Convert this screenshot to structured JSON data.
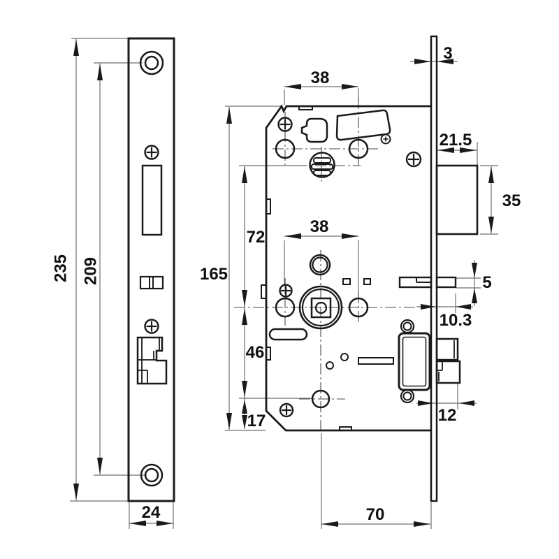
{
  "drawing": {
    "kind": "mortise-lock-technical-drawing",
    "units": "mm",
    "colors": {
      "line": "#1a1a1a",
      "dimension": "#6e6e6e",
      "centerline": "#4a4a4a",
      "background": "#ffffff",
      "text": "#111111"
    },
    "labels": {
      "plate_height": "235",
      "plate_screw_spacing": "209",
      "plate_width": "24",
      "body_height": "165",
      "body_top_hole_spacing": "38",
      "hub_hole_spacing": "38",
      "hub_to_top_line": "72",
      "hub_to_bottom_hole": "46",
      "bottom_hole_to_edge": "17",
      "faceplate_thickness": "3",
      "latch_block_depth": "21.5",
      "latch_block_height": "35",
      "deadbolt_thickness": "5",
      "deadbolt_throw": "10.3",
      "latchbolt_throw": "12",
      "backset": "70"
    }
  }
}
